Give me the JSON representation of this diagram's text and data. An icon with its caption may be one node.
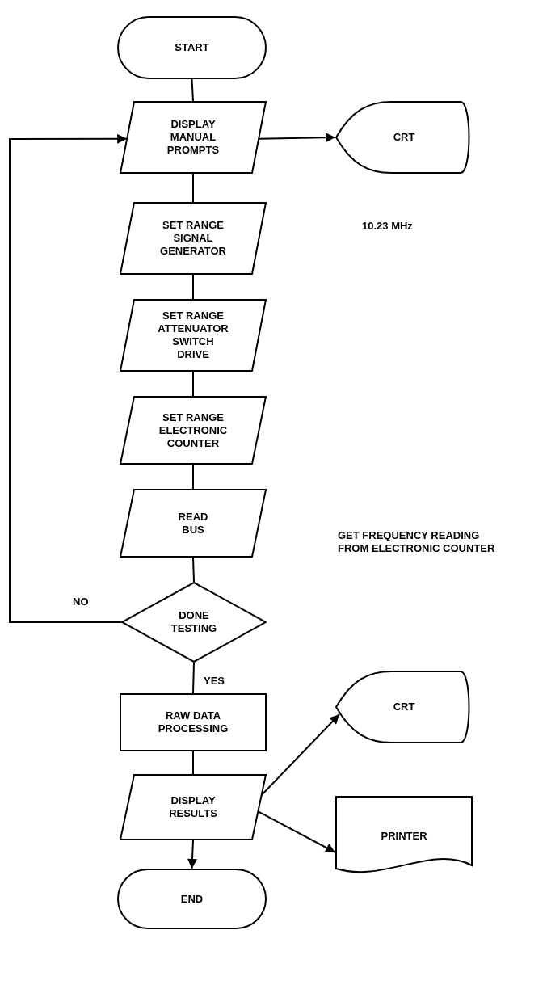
{
  "diagram": {
    "nodes": [
      {
        "text": [
          "START"
        ]
      },
      {
        "text": [
          "DISPLAY MANUAL PROMPTS"
        ]
      },
      {
        "text": [
          "CRT"
        ]
      },
      {
        "text": [
          "SET RANGE SIGNAL GENERATOR"
        ]
      },
      {
        "text": [
          "SET RANGE ATTENUATOR SWITCH DRIVE"
        ]
      },
      {
        "text": [
          "SET RANGE ELECTRONIC COUNTER"
        ]
      },
      {
        "text": [
          "READ BUS"
        ]
      },
      {
        "text": [
          "DONE TESTING"
        ]
      },
      {
        "text": [
          "RAW DATA PROCESSING"
        ]
      },
      {
        "text": [
          "DISPLAY RESULTS"
        ]
      },
      {
        "text": [
          "CRT"
        ]
      },
      {
        "text": [
          "PRINTER"
        ]
      },
      {
        "text": [
          "END"
        ]
      }
    ],
    "edges": [
      {
        "from": 0,
        "to": 1,
        "arrow": "none"
      },
      {
        "from": 1,
        "to": 2,
        "arrow": "to"
      },
      {
        "from": 1,
        "to": 3,
        "arrow": "none"
      },
      {
        "from": 3,
        "to": 4,
        "arrow": "none"
      },
      {
        "from": 4,
        "to": 5,
        "arrow": "none"
      },
      {
        "from": 5,
        "to": 6,
        "arrow": "none"
      },
      {
        "from": 6,
        "to": 7,
        "arrow": "none"
      },
      {
        "from": 7,
        "to": 1,
        "arrow": "to",
        "label": "NO"
      },
      {
        "from": 7,
        "to": 8,
        "arrow": "none",
        "label": "YES"
      },
      {
        "from": 8,
        "to": 9,
        "arrow": "none"
      },
      {
        "from": 9,
        "to": 10,
        "arrow": "to"
      },
      {
        "from": 9,
        "to": 11,
        "arrow": "to"
      },
      {
        "from": 9,
        "to": 12,
        "arrow": "to"
      }
    ],
    "labels": [
      "10.23 MHz",
      "GET FREQUENCY READING FROM ELECTRONIC COUNTER"
    ]
  }
}
